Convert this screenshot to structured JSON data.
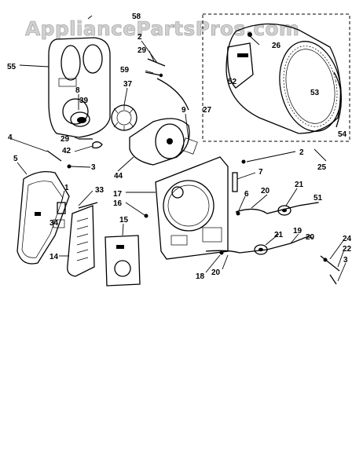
{
  "watermark": "AppliancePartsPros.com",
  "parts": [
    {
      "id": "58"
    },
    {
      "id": "2a",
      "label": "2"
    },
    {
      "id": "55"
    },
    {
      "id": "29a",
      "label": "29"
    },
    {
      "id": "26"
    },
    {
      "id": "52"
    },
    {
      "id": "59"
    },
    {
      "id": "37"
    },
    {
      "id": "8"
    },
    {
      "id": "39"
    },
    {
      "id": "27"
    },
    {
      "id": "53"
    },
    {
      "id": "9"
    },
    {
      "id": "54"
    },
    {
      "id": "4"
    },
    {
      "id": "29b",
      "label": "29"
    },
    {
      "id": "42"
    },
    {
      "id": "3a",
      "label": "3"
    },
    {
      "id": "44"
    },
    {
      "id": "2b",
      "label": "2"
    },
    {
      "id": "25"
    },
    {
      "id": "5"
    },
    {
      "id": "7"
    },
    {
      "id": "1"
    },
    {
      "id": "33"
    },
    {
      "id": "17"
    },
    {
      "id": "20a",
      "label": "20"
    },
    {
      "id": "21a",
      "label": "21"
    },
    {
      "id": "16"
    },
    {
      "id": "6"
    },
    {
      "id": "51"
    },
    {
      "id": "34"
    },
    {
      "id": "15"
    },
    {
      "id": "21b",
      "label": "21"
    },
    {
      "id": "19"
    },
    {
      "id": "20b",
      "label": "20"
    },
    {
      "id": "24"
    },
    {
      "id": "22"
    },
    {
      "id": "14"
    },
    {
      "id": "3b",
      "label": "3"
    },
    {
      "id": "18"
    },
    {
      "id": "20c",
      "label": "20"
    }
  ]
}
